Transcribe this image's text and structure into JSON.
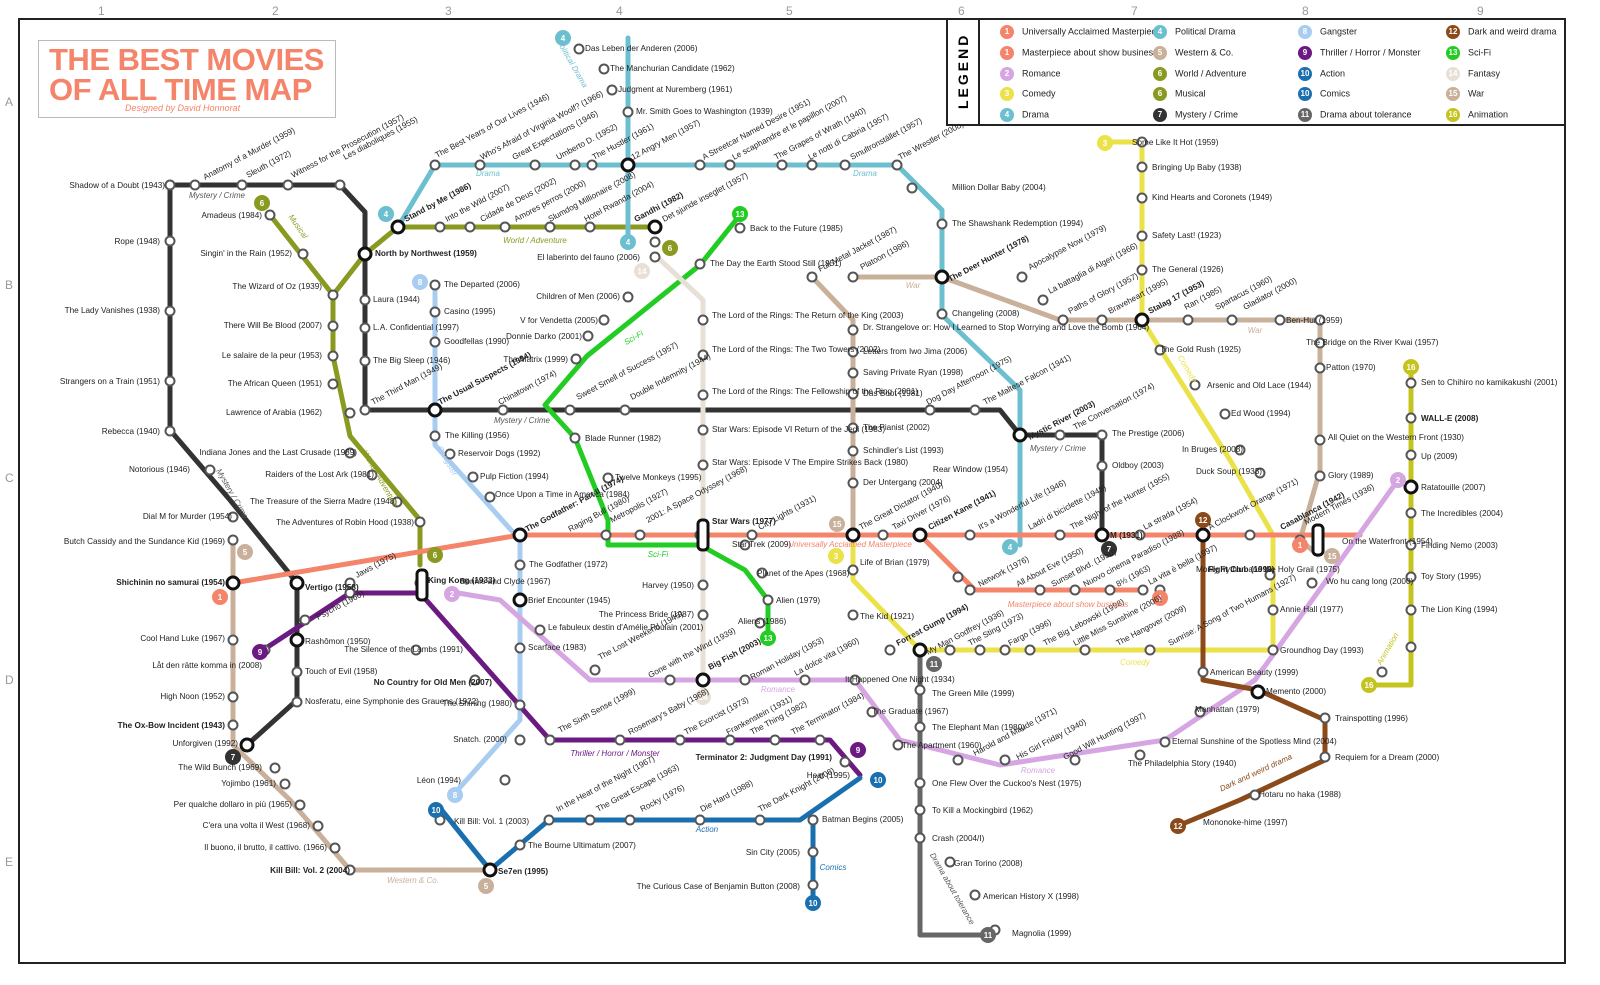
{
  "title": {
    "line1": "THE BEST MOVIES",
    "line2": "OF ALL TIME MAP",
    "credit": "Designed by David Honnorat"
  },
  "grid": {
    "columns": [
      "1",
      "2",
      "3",
      "4",
      "5",
      "6",
      "7",
      "8",
      "9"
    ],
    "rows": [
      "A",
      "B",
      "C",
      "D",
      "E"
    ]
  },
  "legend": {
    "heading": "LEGEND",
    "items": [
      {
        "num": "1",
        "label": "Universally Acclaimed Masterpiece",
        "color": "#f4846a"
      },
      {
        "num": "1bis",
        "label": "Masterpiece about show business",
        "color": "#f4846a"
      },
      {
        "num": "2",
        "label": "Romance",
        "color": "#d6a6e2"
      },
      {
        "num": "3",
        "label": "Comedy",
        "color": "#ebe24a"
      },
      {
        "num": "4",
        "label": "Drama",
        "color": "#6cbfcf"
      },
      {
        "num": "4bis",
        "label": "Political Drama",
        "color": "#6cbfcf"
      },
      {
        "num": "5",
        "label": "Western & Co.",
        "color": "#c9b09a"
      },
      {
        "num": "6",
        "label": "World / Adventure",
        "color": "#8a9a20"
      },
      {
        "num": "6bis",
        "label": "Musical",
        "color": "#8a9a20"
      },
      {
        "num": "7",
        "label": "Mystery / Crime",
        "color": "#333333"
      },
      {
        "num": "8",
        "label": "Gangster",
        "color": "#a8cdf0"
      },
      {
        "num": "9",
        "label": "Thriller / Horror / Monster",
        "color": "#6a1a80"
      },
      {
        "num": "10",
        "label": "Action",
        "color": "#1a6faf"
      },
      {
        "num": "10",
        "label": "Comics",
        "color": "#1a6faf"
      },
      {
        "num": "11",
        "label": "Drama about tolerance",
        "color": "#666666"
      },
      {
        "num": "12",
        "label": "Dark and weird drama",
        "color": "#8a4a1a"
      },
      {
        "num": "13",
        "label": "Sci-Fi",
        "color": "#22cc22"
      },
      {
        "num": "14",
        "label": "Fantasy",
        "color": "#e8dfd6"
      },
      {
        "num": "15",
        "label": "War",
        "color": "#c9b09a"
      },
      {
        "num": "16",
        "label": "Animation",
        "color": "#c4c420"
      }
    ]
  },
  "line_tags": [
    {
      "text": "Mystery / Crime"
    },
    {
      "text": "Drama"
    },
    {
      "text": "Drama"
    },
    {
      "text": "Musical"
    },
    {
      "text": "World / Adventure"
    },
    {
      "text": "Political Drama"
    },
    {
      "text": "War"
    },
    {
      "text": "War"
    },
    {
      "text": "Comedy"
    },
    {
      "text": "Sci-Fi"
    },
    {
      "text": "Sci-Fi"
    },
    {
      "text": "Gangster"
    },
    {
      "text": "Mystery / Crime"
    },
    {
      "text": "Mystery / Crime"
    },
    {
      "text": "World / Adventure"
    },
    {
      "text": "Mystery / Crime"
    },
    {
      "text": "Universally Acclaimed Masterpiece"
    },
    {
      "text": "Masterpiece about show business"
    },
    {
      "text": "Comedy"
    },
    {
      "text": "Romance"
    },
    {
      "text": "Romance"
    },
    {
      "text": "Thriller / Horror / Monster"
    },
    {
      "text": "Action"
    },
    {
      "text": "Comics"
    },
    {
      "text": "Western & Co."
    },
    {
      "text": "Drama about tolerance"
    },
    {
      "text": "Dark and weird drama"
    },
    {
      "text": "Animation"
    }
  ],
  "stations": [
    {
      "t": "Shadow of a Doubt (1943)"
    },
    {
      "t": "Anatomy of a Murder (1959)"
    },
    {
      "t": "Sleuth (1972)"
    },
    {
      "t": "Witness for the Prosecution (1957)"
    },
    {
      "t": "Les diaboliques (1955)"
    },
    {
      "t": "Rope (1948)"
    },
    {
      "t": "The Lady Vanishes (1938)"
    },
    {
      "t": "Strangers on a Train (1951)"
    },
    {
      "t": "Rebecca (1940)"
    },
    {
      "t": "Notorious (1946)"
    },
    {
      "t": "Dial M for Murder (1954)"
    },
    {
      "t": "Amadeus (1984)"
    },
    {
      "t": "Singin' in the Rain (1952)"
    },
    {
      "t": "The Wizard of Oz (1939)"
    },
    {
      "t": "There Will Be Blood (2007)"
    },
    {
      "t": "Le salaire de la peur (1953)"
    },
    {
      "t": "The African Queen (1951)"
    },
    {
      "t": "Lawrence of Arabia (1962)"
    },
    {
      "t": "Indiana Jones and the Last Crusade (1989)"
    },
    {
      "t": "Raiders of the Lost Ark (1981)"
    },
    {
      "t": "The Treasure of the Sierra Madre (1948)"
    },
    {
      "t": "The Adventures of Robin Hood (1938)"
    },
    {
      "t": "Stand by Me (1986)"
    },
    {
      "t": "North by Northwest (1959)"
    },
    {
      "t": "Laura (1944)"
    },
    {
      "t": "L.A. Confidential (1997)"
    },
    {
      "t": "The Big Sleep (1946)"
    },
    {
      "t": "The Third Man (1949)"
    },
    {
      "t": "The Usual Suspects (1994)"
    },
    {
      "t": "Chinatown (1974)"
    },
    {
      "t": "Sweet Smell of Success (1957)"
    },
    {
      "t": "Double Indemnity (1944)"
    },
    {
      "t": "Dog Day Afternoon (1975)"
    },
    {
      "t": "The Maltese Falcon (1941)"
    },
    {
      "t": "Mystic River (2003)"
    },
    {
      "t": "The Conversation (1974)"
    },
    {
      "t": "The Prestige (2006)"
    },
    {
      "t": "Oldboy (2003)"
    },
    {
      "t": "The Best Years of Our Lives (1946)"
    },
    {
      "t": "Who's Afraid of Virginia Woolf? (1966)"
    },
    {
      "t": "Great Expectations (1946)"
    },
    {
      "t": "Umberto D. (1952)"
    },
    {
      "t": "The Hustler (1961)"
    },
    {
      "t": "12 Angry Men (1957)"
    },
    {
      "t": "A Streetcar Named Desire (1951)"
    },
    {
      "t": "Le scaphandre et le papillon (2007)"
    },
    {
      "t": "The Grapes of Wrath (1940)"
    },
    {
      "t": "Le notti di Cabiria (1957)"
    },
    {
      "t": "Smultronstället (1957)"
    },
    {
      "t": "The Wrestler (2008)"
    },
    {
      "t": "Million Dollar Baby (2004)"
    },
    {
      "t": "The Shawshank Redemption (1994)"
    },
    {
      "t": "The Deer Hunter (1978)"
    },
    {
      "t": "Changeling (2008)"
    },
    {
      "t": "Into the Wild (2007)"
    },
    {
      "t": "Cidade de Deus (2002)"
    },
    {
      "t": "Amores perros (2000)"
    },
    {
      "t": "Slumdog Millionaire (2008)"
    },
    {
      "t": "Hotel Rwanda (2004)"
    },
    {
      "t": "Gandhi (1982)"
    },
    {
      "t": "Det sjunde inseglet (1957)"
    },
    {
      "t": "Das Leben der Anderen (2006)"
    },
    {
      "t": "The Manchurian Candidate (1962)"
    },
    {
      "t": "Judgment at Nuremberg (1961)"
    },
    {
      "t": "Mr. Smith Goes to Washington (1939)"
    },
    {
      "t": "Back to the Future (1985)"
    },
    {
      "t": "The Day the Earth Stood Still (1951)"
    },
    {
      "t": "Children of Men (2006)"
    },
    {
      "t": "V for Vendetta (2005)"
    },
    {
      "t": "Donnie Darko (2001)"
    },
    {
      "t": "The Matrix (1999)"
    },
    {
      "t": "Blade Runner (1982)"
    },
    {
      "t": "Twelve Monkeys (1995)"
    },
    {
      "t": "Metropolis (1927)"
    },
    {
      "t": "2001: A Space Odyssey (1968)"
    },
    {
      "t": "Star Trek (2009)"
    },
    {
      "t": "Planet of the Apes (1968)"
    },
    {
      "t": "Alien (1979)"
    },
    {
      "t": "Aliens (1986)"
    },
    {
      "t": "El laberinto del fauno (2006)"
    },
    {
      "t": "The Lord of the Rings: The Return of the King (2003)"
    },
    {
      "t": "The Lord of the Rings: The Two Towers (2002)"
    },
    {
      "t": "The Lord of the Rings: The Fellowship of the Ring (2001)"
    },
    {
      "t": "Star Wars: Episode VI Return of the Jedi (1983)"
    },
    {
      "t": "Star Wars: Episode V The Empire Strikes Back (1980)"
    },
    {
      "t": "Star Wars (1977)"
    },
    {
      "t": "Harvey (1950)"
    },
    {
      "t": "The Princess Bride (1987)"
    },
    {
      "t": "Big Fish (2003)"
    },
    {
      "t": "The Departed (2006)"
    },
    {
      "t": "Casino (1995)"
    },
    {
      "t": "Goodfellas (1990)"
    },
    {
      "t": "The Killing (1956)"
    },
    {
      "t": "Reservoir Dogs (1992)"
    },
    {
      "t": "Pulp Fiction (1994)"
    },
    {
      "t": "Once Upon a Time in America (1984)"
    },
    {
      "t": "The Godfather (1972)"
    },
    {
      "t": "Scarface (1983)"
    },
    {
      "t": "Snatch. (2000)"
    },
    {
      "t": "Léon (1994)"
    },
    {
      "t": "Full Metal Jacket (1987)"
    },
    {
      "t": "Platoon (1986)"
    },
    {
      "t": "Apocalypse Now (1979)"
    },
    {
      "t": "La battaglia di Algeri (1966)"
    },
    {
      "t": "Paths of Glory (1957)"
    },
    {
      "t": "Braveheart (1995)"
    },
    {
      "t": "Stalag 17 (1953)"
    },
    {
      "t": "Ran (1985)"
    },
    {
      "t": "Spartacus (1960)"
    },
    {
      "t": "Gladiator (2000)"
    },
    {
      "t": "Ben-Hur (1959)"
    },
    {
      "t": "The Bridge on the River Kwai (1957)"
    },
    {
      "t": "Patton (1970)"
    },
    {
      "t": "All Quiet on the Western Front (1930)"
    },
    {
      "t": "Glory (1989)"
    },
    {
      "t": "Modern Times (1936)"
    },
    {
      "t": "Dr. Strangelove or: How I Learned to Stop Worrying and Love the Bomb (1964)"
    },
    {
      "t": "Letters from Iwo Jima (2006)"
    },
    {
      "t": "Saving Private Ryan (1998)"
    },
    {
      "t": "Das Boot (1981)"
    },
    {
      "t": "The Pianist (2002)"
    },
    {
      "t": "Schindler's List (1993)"
    },
    {
      "t": "Der Untergang (2004)"
    },
    {
      "t": "Some Like It Hot (1959)"
    },
    {
      "t": "Bringing Up Baby (1938)"
    },
    {
      "t": "Kind Hearts and Coronets (1949)"
    },
    {
      "t": "Safety Last! (1923)"
    },
    {
      "t": "The General (1926)"
    },
    {
      "t": "The Gold Rush (1925)"
    },
    {
      "t": "Arsenic and Old Lace (1944)"
    },
    {
      "t": "Ed Wood (1994)"
    },
    {
      "t": "In Bruges (2008)"
    },
    {
      "t": "Duck Soup (1933)"
    },
    {
      "t": "Monty Python and the Holy Grail (1975)"
    },
    {
      "t": "Annie Hall (1977)"
    },
    {
      "t": "Groundhog Day (1993)"
    },
    {
      "t": "Shichinin no samurai (1954)"
    },
    {
      "t": "Vertigo (1958)"
    },
    {
      "t": "Jaws (1975)"
    },
    {
      "t": "King Kong (1933)"
    },
    {
      "t": "The Godfather: Part II (1974)"
    },
    {
      "t": "Raging Bull (1980)"
    },
    {
      "t": "City Lights (1931)"
    },
    {
      "t": "The Great Dictator (1940)"
    },
    {
      "t": "Taxi Driver (1976)"
    },
    {
      "t": "Citizen Kane (1941)"
    },
    {
      "t": "It's a Wonderful Life (1946)"
    },
    {
      "t": "Ladri di biciclette (1948)"
    },
    {
      "t": "The Night of the Hunter (1955)"
    },
    {
      "t": "M (1931)"
    },
    {
      "t": "La strada (1954)"
    },
    {
      "t": "A Clockwork Orange (1971)"
    },
    {
      "t": "Casablanca (1942)"
    },
    {
      "t": "On the Waterfront (1954)"
    },
    {
      "t": "Rear Window (1954)"
    },
    {
      "t": "Network (1976)"
    },
    {
      "t": "All About Eve (1950)"
    },
    {
      "t": "Sunset Blvd. (1950)"
    },
    {
      "t": "Nuovo cinema Paradiso (1988)"
    },
    {
      "t": "8½ (1963)"
    },
    {
      "t": "La vita è bella (1997)"
    },
    {
      "t": "Life of Brian (1979)"
    },
    {
      "t": "The Kid (1921)"
    },
    {
      "t": "Forrest Gump (1994)"
    },
    {
      "t": "My Man Godfrey (1936)"
    },
    {
      "t": "The Sting (1973)"
    },
    {
      "t": "Fargo (1996)"
    },
    {
      "t": "The Big Lebowski (1998)"
    },
    {
      "t": "Little Miss Sunshine (2006)"
    },
    {
      "t": "The Hangover (2009)"
    },
    {
      "t": "Sunrise: A Song of Two Humans (1927)"
    },
    {
      "t": "Bonnie and Clyde (1967)"
    },
    {
      "t": "Brief Encounter (1945)"
    },
    {
      "t": "Le fabuleux destin d'Amélie Poulain (2001)"
    },
    {
      "t": "The Lost Weekend (1945)"
    },
    {
      "t": "Gone with the Wind (1939)"
    },
    {
      "t": "Roman Holiday (1953)"
    },
    {
      "t": "La dolce vita (1960)"
    },
    {
      "t": "It Happened One Night (1934)"
    },
    {
      "t": "The Graduate (1967)"
    },
    {
      "t": "The Apartment (1960)"
    },
    {
      "t": "Harold and Maude (1971)"
    },
    {
      "t": "His Girl Friday (1940)"
    },
    {
      "t": "Good Will Hunting (1997)"
    },
    {
      "t": "The Philadelphia Story (1940)"
    },
    {
      "t": "Eternal Sunshine of the Spotless Mind (2004)"
    },
    {
      "t": "Manhattan (1979)"
    },
    {
      "t": "Wo hu cang long (2000)"
    },
    {
      "t": "Butch Cassidy and the Sundance Kid (1969)"
    },
    {
      "t": "Cool Hand Luke (1967)"
    },
    {
      "t": "High Noon (1952)"
    },
    {
      "t": "The Ox-Bow Incident (1943)"
    },
    {
      "t": "Unforgiven (1992)"
    },
    {
      "t": "The Wild Bunch (1969)"
    },
    {
      "t": "Yojimbo (1961)"
    },
    {
      "t": "Per qualche dollaro in più (1965)"
    },
    {
      "t": "C'era una volta il West (1968)"
    },
    {
      "t": "Il buono, il brutto, il cattivo. (1966)"
    },
    {
      "t": "Kill Bill: Vol. 2 (2004)"
    },
    {
      "t": "Se7en (1995)"
    },
    {
      "t": "Rashômon (1950)"
    },
    {
      "t": "Touch of Evil (1958)"
    },
    {
      "t": "Nosferatu, eine Symphonie des Grauens (1922)"
    },
    {
      "t": "Låt den rätte komma in (2008)"
    },
    {
      "t": "Psycho (1960)"
    },
    {
      "t": "The Silence of the Lambs (1991)"
    },
    {
      "t": "No Country for Old Men (2007)"
    },
    {
      "t": "The Shining (1980)"
    },
    {
      "t": "The Sixth Sense (1999)"
    },
    {
      "t": "Rosemary's Baby (1968)"
    },
    {
      "t": "The Exorcist (1973)"
    },
    {
      "t": "Frankenstein (1931)"
    },
    {
      "t": "The Thing (1982)"
    },
    {
      "t": "The Terminator (1984)"
    },
    {
      "t": "Terminator 2: Judgment Day (1991)"
    },
    {
      "t": "Heat (1995)"
    },
    {
      "t": "Kill Bill: Vol. 1 (2003)"
    },
    {
      "t": "The Bourne Ultimatum (2007)"
    },
    {
      "t": "In the Heat of the Night (1967)"
    },
    {
      "t": "The Great Escape (1963)"
    },
    {
      "t": "Rocky (1976)"
    },
    {
      "t": "Die Hard (1988)"
    },
    {
      "t": "The Dark Knight (2008)"
    },
    {
      "t": "Batman Begins (2005)"
    },
    {
      "t": "Sin City (2005)"
    },
    {
      "t": "The Curious Case of Benjamin Button (2008)"
    },
    {
      "t": "The Green Mile (1999)"
    },
    {
      "t": "The Elephant Man (1980)"
    },
    {
      "t": "One Flew Over the Cuckoo's Nest (1975)"
    },
    {
      "t": "To Kill a Mockingbird (1962)"
    },
    {
      "t": "Crash (2004/I)"
    },
    {
      "t": "Gran Torino (2008)"
    },
    {
      "t": "American History X (1998)"
    },
    {
      "t": "Magnolia (1999)"
    },
    {
      "t": "Fight Club (1999)"
    },
    {
      "t": "American Beauty (1999)"
    },
    {
      "t": "Memento (2000)"
    },
    {
      "t": "Trainspotting (1996)"
    },
    {
      "t": "Requiem for a Dream (2000)"
    },
    {
      "t": "Hotaru no haka (1988)"
    },
    {
      "t": "Mononoke-hime (1997)"
    },
    {
      "t": "Sen to Chihiro no kamikakushi (2001)"
    },
    {
      "t": "WALL-E (2008)"
    },
    {
      "t": "Up (2009)"
    },
    {
      "t": "Ratatouille (2007)"
    },
    {
      "t": "The Incredibles (2004)"
    },
    {
      "t": "Finding Nemo (2003)"
    },
    {
      "t": "Toy Story (1995)"
    },
    {
      "t": "The Lion King (1994)"
    }
  ]
}
